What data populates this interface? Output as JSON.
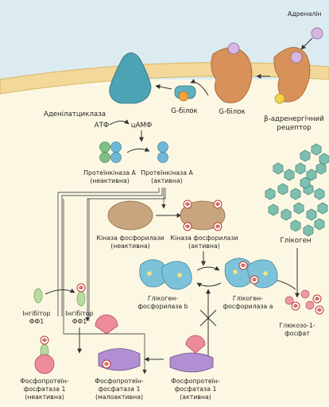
{
  "labels": {
    "adrenaline": "Адреналін",
    "receptor": [
      "β-адренергічний",
      "рецептор"
    ],
    "g_protein_1": "G-білок",
    "g_protein_2": "G-білок",
    "adenylate_cyclase": "Аденілатциклаза",
    "atp": "АТФ",
    "camp": "цАМФ",
    "pka_inactive": [
      "Протеїнкіназа А",
      "(неактивна)"
    ],
    "pka_active": [
      "Протеїнкіназа А",
      "(активна)"
    ],
    "phk_inactive": [
      "Кіназа фосфорилази",
      "(неактивна)"
    ],
    "phk_active": [
      "Кіназа фосфорилази",
      "(активна)"
    ],
    "glycogen": "Глікоген",
    "gp_b": [
      "Глікоген-",
      "фосфорилаза b"
    ],
    "gp_a": [
      "Глікоген-",
      "фосфорилаза a"
    ],
    "g1p": [
      "Глюкозо-1-",
      "фосфат"
    ],
    "inh_1": [
      "Інгібітор",
      "ФФ1"
    ],
    "inh_2": [
      "Інгібітор",
      "ФФ1"
    ],
    "pp1_inactive": [
      "Фосфопротеїн-",
      "фосфатаза 1",
      "(неактивна)"
    ],
    "pp1_low": [
      "Фосфопротеїн-",
      "фосфатаза 1",
      "(малоактивна)"
    ],
    "pp1_active": [
      "Фосфопротеїн-",
      "фосфатаза 1",
      "(активна)"
    ],
    "phospho": "Ф"
  },
  "colors": {
    "extracellular": "#dcebef",
    "cytoplasm": "#fcf7e3",
    "membrane": "#f2d99a",
    "membrane_edge": "#d7b662",
    "receptor": "#d9915a",
    "adenylate_cyclase": "#4ba3b4",
    "adrenaline": "#d6b7e0",
    "pka_regulatory": "#7fbf86",
    "pka_catalytic": "#6fb7d6",
    "phk": "#c9a57f",
    "glycogen": "#7fbfb0",
    "glycogen_phosphorylase": "#7cc3d9",
    "pp1_pink": "#ee8b9a",
    "pp1_purple": "#b28ed3",
    "inhibitor": "#b8dca0",
    "phospho_mark": "#c0392b",
    "arrow": "#333333"
  }
}
